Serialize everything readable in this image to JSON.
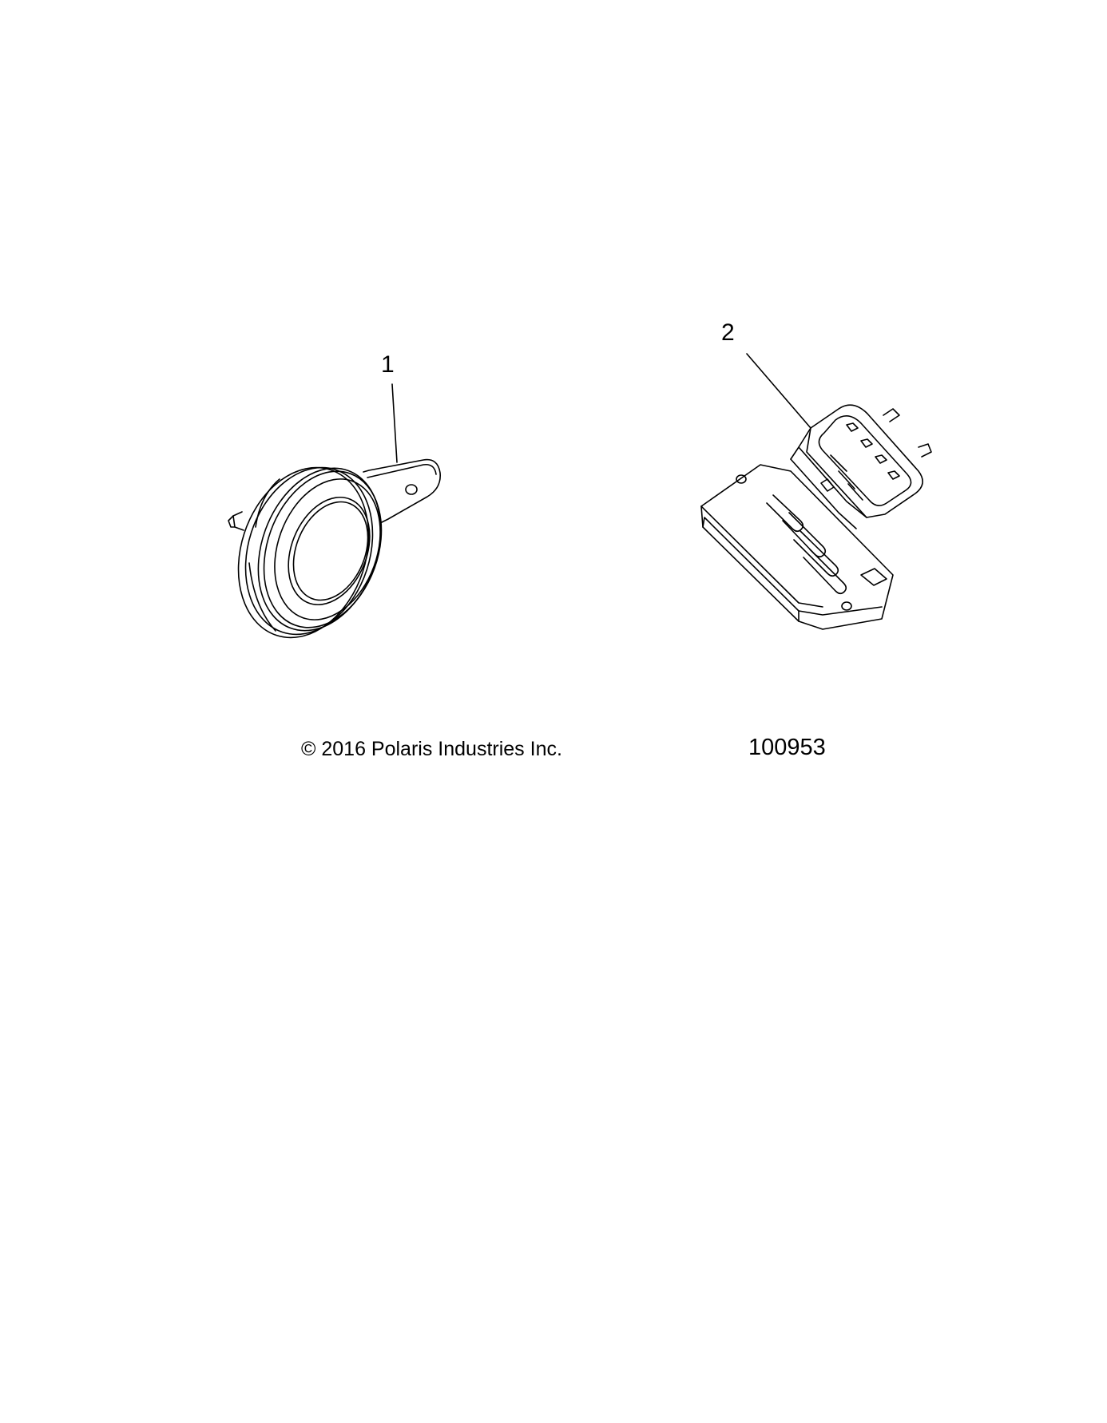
{
  "callouts": [
    {
      "label": "1",
      "part": "horn"
    },
    {
      "label": "2",
      "part": "relay-module"
    }
  ],
  "footer": {
    "copyright": "© 2016 Polaris Industries Inc.",
    "drawing_number": "100953"
  },
  "colors": {
    "line": "#000000",
    "background": "#ffffff"
  }
}
